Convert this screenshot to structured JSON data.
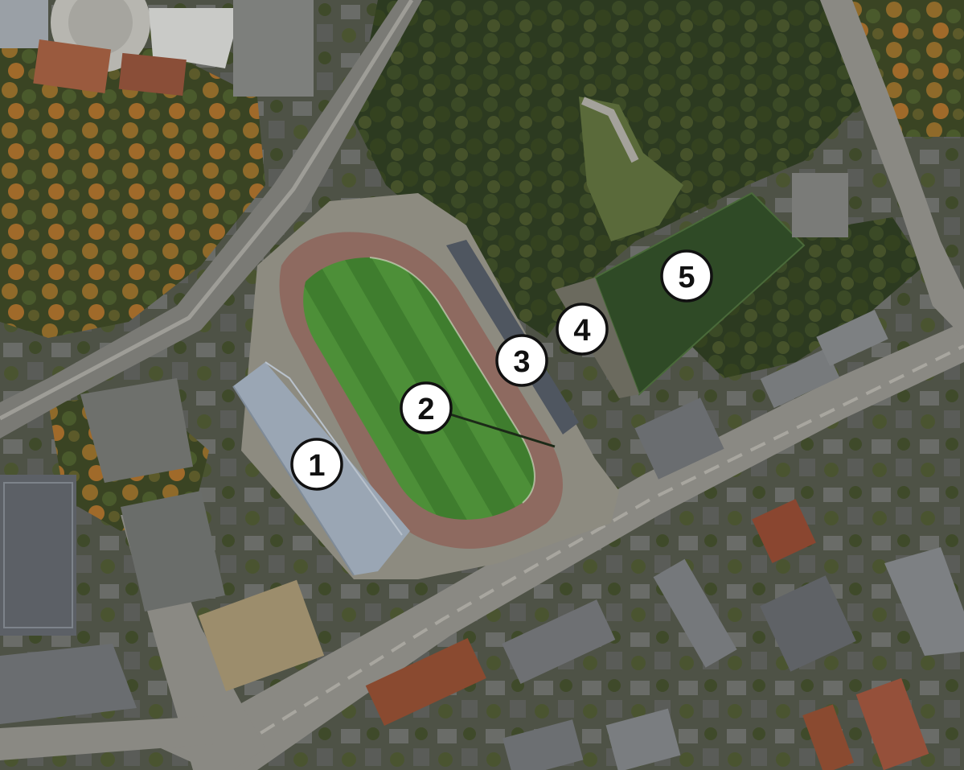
{
  "colors": {
    "background": "#ffffff",
    "ground": "#3c4430",
    "forest_dark": "#23301b",
    "forest_mid": "#3d4a25",
    "autumn_orange": "#a86a28",
    "autumn_yellow": "#9a8a3a",
    "road": "#7d7d78",
    "road_light": "#a4a29b",
    "roof_grey": "#8c8e90",
    "roof_dark": "#55585b",
    "roof_red": "#8a4a30",
    "track": "#8e6a60",
    "pitch_main": "#3f7d2e",
    "pitch_stripe": "#4d8f38",
    "pitch_training": "#2f4a26",
    "grandstand_roof": "#9aa6b4",
    "marker_fill": "#ffffff",
    "marker_stroke": "#111111"
  },
  "markers": [
    {
      "id": "1",
      "label": "1",
      "icon": "numbered-circle"
    },
    {
      "id": "2",
      "label": "2",
      "icon": "numbered-circle"
    },
    {
      "id": "3",
      "label": "3",
      "icon": "numbered-circle"
    },
    {
      "id": "4",
      "label": "4",
      "icon": "numbered-circle"
    },
    {
      "id": "5",
      "label": "5",
      "icon": "numbered-circle"
    }
  ]
}
